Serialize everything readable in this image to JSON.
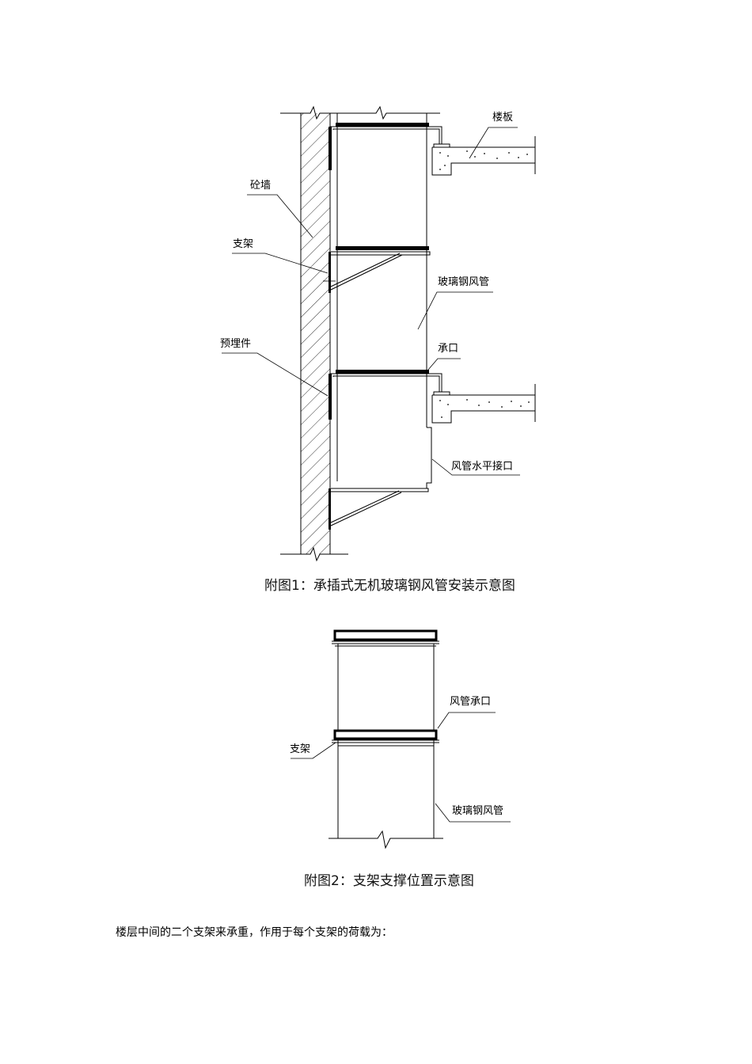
{
  "figure1": {
    "labels": {
      "floor_slab": "楼板",
      "concrete_wall": "砼墙",
      "bracket": "支架",
      "frp_duct": "玻璃钢风管",
      "socket": "承口",
      "embedded_part": "预埋件",
      "horizontal_joint": "风管水平接口"
    },
    "caption": "附图1：承插式无机玻璃钢风管安装示意图"
  },
  "figure2": {
    "labels": {
      "duct_socket": "风管承口",
      "bracket": "支架",
      "frp_duct": "玻璃钢风管"
    },
    "caption": "附图2：支架支撑位置示意图"
  },
  "body": {
    "paragraph": "楼层中间的二个支架来承重，作用于每个支架的荷载为："
  }
}
